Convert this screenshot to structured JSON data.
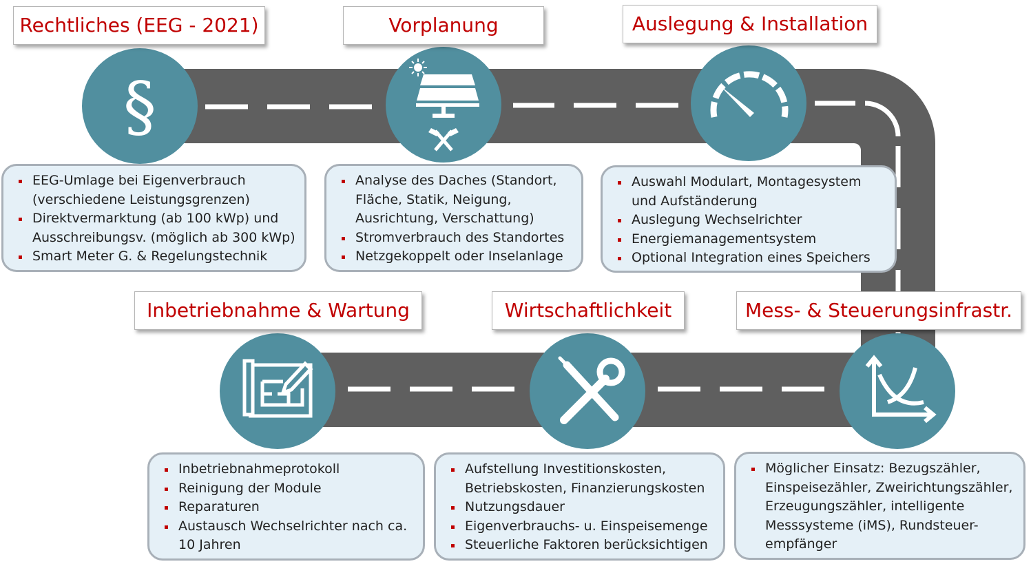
{
  "steps": [
    {
      "title": "Rechtliches (EEG - 2021)",
      "icon": "paragraph-icon",
      "symbol": "§",
      "items": [
        "EEG-Umlage bei Eigenverbrauch (verschiedene Leistungsgrenzen)",
        "Direktvermarktung (ab 100 kWp) und Ausschreibungsv. (möglich ab 300 kWp)",
        "Smart Meter G. & Regelungstechnik"
      ]
    },
    {
      "title": "Vorplanung",
      "icon": "solar-panel-icon",
      "items": [
        "Analyse des Daches (Standort, Fläche, Statik, Neigung, Ausrichtung, Verschattung)",
        "Stromverbrauch des Standortes",
        "Netzgekoppelt oder Inselanlage"
      ]
    },
    {
      "title": "Auslegung & Installation",
      "icon": "gauge-icon",
      "items": [
        "Auswahl Modulart, Montagesystem und Aufständerung",
        "Auslegung Wechselrichter",
        "Energiemanagementsystem",
        "Optional Integration eines Speichers"
      ]
    },
    {
      "title": "Mess- & Steuerungsinfrastr.",
      "icon": "chart-curve-icon",
      "items": [
        "Möglicher Einsatz: Bezugszähler, Einspeisezähler, Zweirichtungszähler, Erzeugungszähler, intelligente Messsysteme (iMS), Rundsteuer-empfänger"
      ]
    },
    {
      "title": "Wirtschaftlichkeit",
      "icon": "tools-icon",
      "items": [
        "Aufstellung Investitionskosten, Betriebskosten, Finanzierungskosten",
        "Nutzungsdauer",
        "Eigenverbrauchs- u. Einspeisemenge",
        "Steuerliche Faktoren berücksichtigen"
      ]
    },
    {
      "title": "Inbetriebnahme & Wartung",
      "icon": "blueprint-icon",
      "items": [
        "Inbetriebnahmeprotokoll",
        "Reinigung der Module",
        "Reparaturen",
        "Austausch Wechselrichter nach ca. 10 Jahren"
      ]
    }
  ],
  "colors": {
    "accent": "#c00000",
    "circle": "#518f9f",
    "road": "#5f5f5f",
    "box": "#e5f0f7"
  }
}
